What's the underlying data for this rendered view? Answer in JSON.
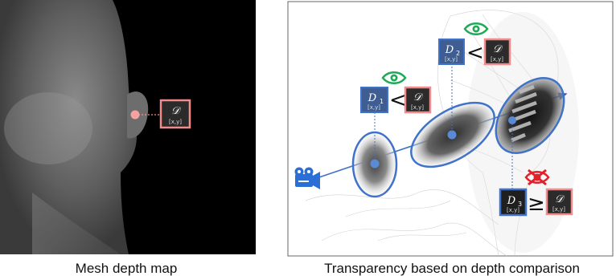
{
  "captions": {
    "left": "Mesh depth map",
    "right": "Transparency based on depth comparison"
  },
  "labels": {
    "mesh_depth_symbol": "𝒟",
    "coord": "[x,y]",
    "d1": "D",
    "d1_sub": "1",
    "d2": "D",
    "d2_sub": "2",
    "d3": "D",
    "d3_sub": "3",
    "less_than": "<",
    "greater_equal": "≥"
  },
  "icons": {
    "visible": "eye-icon",
    "hidden": "eye-crossed-icon",
    "camera": "camera-icon"
  },
  "colors": {
    "blue": "#3f72c8",
    "blue_dark": "#2b5bb0",
    "pink": "#f28c8c",
    "green": "#1faa59",
    "red": "#e0202a",
    "box_dark": "#2b2b2b",
    "box_blue_fill": "#3d5d93"
  }
}
